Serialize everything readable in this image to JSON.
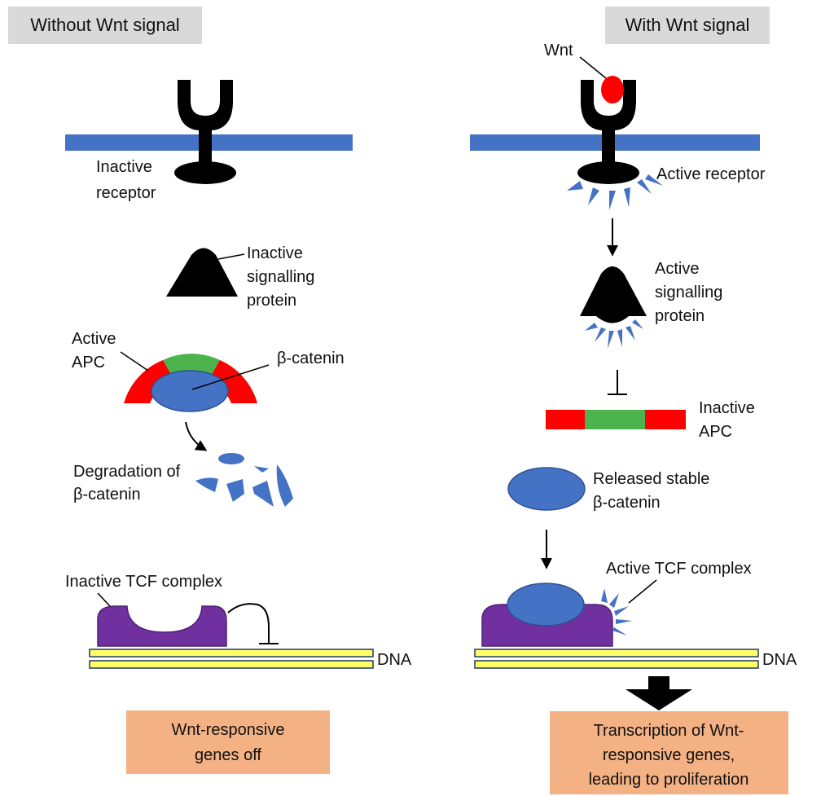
{
  "colors": {
    "membrane": "#4472c4",
    "receptor": "#000000",
    "wnt": "#ff0000",
    "apc_red": "#ff0000",
    "apc_green": "#4db34d",
    "beta_catenin": "#4472c4",
    "tcf": "#7030a0",
    "dna_fill": "#ffff66",
    "dna_edge": "#1f3864",
    "header_bg": "#d9d9d9",
    "outcome_bg": "#f4b183"
  },
  "left": {
    "header": "Without Wnt signal",
    "receptor_label": [
      "Inactive",
      "receptor"
    ],
    "signalling_label": [
      "Inactive",
      "signalling",
      "protein"
    ],
    "apc_label": [
      "Active",
      "APC"
    ],
    "beta_catenin_label": "β-catenin",
    "degradation_label": [
      "Degradation of",
      "β-catenin"
    ],
    "tcf_label": "Inactive TCF complex",
    "dna_label": "DNA",
    "outcome": [
      "Wnt-responsive",
      "genes off"
    ]
  },
  "right": {
    "header": "With Wnt signal",
    "wnt_label": "Wnt",
    "receptor_label": "Active receptor",
    "signalling_label": [
      "Active",
      "signalling",
      "protein"
    ],
    "apc_label": [
      "Inactive",
      "APC"
    ],
    "beta_catenin_label": [
      "Released stable",
      "β-catenin"
    ],
    "tcf_label": "Active TCF complex",
    "dna_label": "DNA",
    "outcome": [
      "Transcription of Wnt-",
      "responsive genes,",
      "leading to proliferation"
    ]
  }
}
